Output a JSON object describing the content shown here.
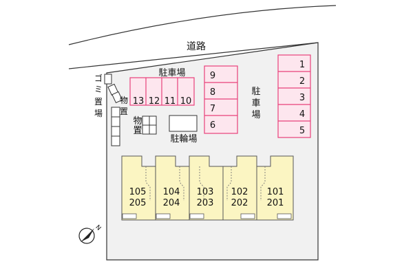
{
  "labels": {
    "road": "道路",
    "parking_a": "駐車場",
    "parking_b": [
      "駐",
      "車",
      "場"
    ],
    "trash": [
      "ゴ",
      "ミ",
      "置",
      "場"
    ],
    "storage_a": [
      "物",
      "置"
    ],
    "storage_b": [
      "物",
      "置"
    ],
    "bicycle": "駐輪場"
  },
  "parking_right": [
    "1",
    "2",
    "3",
    "4",
    "5"
  ],
  "parking_mid": [
    "9",
    "8",
    "7",
    "6"
  ],
  "parking_top": [
    "13",
    "12",
    "11",
    "10"
  ],
  "units": [
    {
      "upper": "105",
      "lower": "205"
    },
    {
      "upper": "104",
      "lower": "204"
    },
    {
      "upper": "103",
      "lower": "203"
    },
    {
      "upper": "102",
      "lower": "202"
    },
    {
      "upper": "101",
      "lower": "201"
    }
  ],
  "compass": {
    "label": "N"
  },
  "colors": {
    "parking": "#e8407a",
    "parking_fill": "#fde6ee",
    "building": "#fbf5c2",
    "site_fill": "#f1f1f1",
    "outline": "#333333"
  }
}
